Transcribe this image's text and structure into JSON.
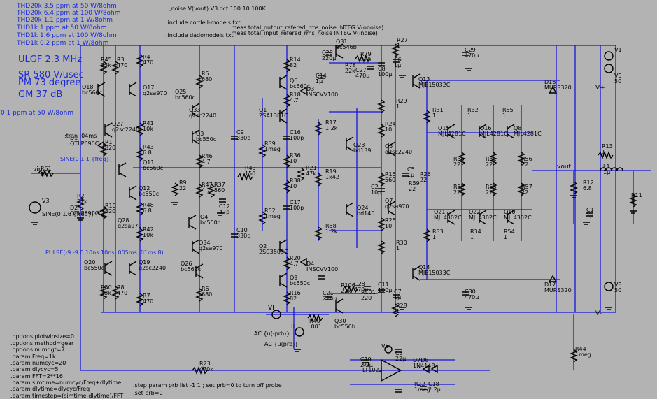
{
  "notes_top_left": [
    "THD20k 3.5 ppm at 50 W/8ohm",
    "THD20k 6.4 ppm at 100 W/8ohm",
    "THD20k 1.1 ppm at 1 W/8ohm",
    "THD1k 1 ppm at 50 W/8ohm",
    "THD1k 1.6 ppm at 100 W/8ohm",
    "THD1k 0.2 ppm at 1 W/8ohm"
  ],
  "specs": [
    "ULGF 2.3 MHz",
    "SR 580 V/usec",
    "PM  73 degree",
    "GM  37 dB"
  ],
  "spec_extra": "0 1 ppm at 50 W/8ohm",
  "directives_top": [
    ";noise V(vout) V3 oct 100 10 100K",
    ".include cordell-models.txt",
    ".meas total_output_refered_rms_noise INTEG V(onoise)",
    ".include dadomodels.txt",
    ".meas total_input_refered_rms_noise INTEG V(inoise)"
  ],
  "directives_bottom_left": [
    ".options plotwinsize=0",
    ".options method=gear",
    ".options numdgt=7",
    ".param Freq=1k",
    ".param numcyc=20",
    ".param dlycyc=5",
    ".param FFT=2**16",
    ".param simtime=numcyc/Freq+dlytime",
    ".param dlytime=dlycyc/Freq",
    ".param timestep=(simtime-dlytime)/FFT"
  ],
  "directives_bottom_mid": [
    ".step param prb list -1 1 ; set prb=0 to turn off probe",
    ".set prb=0"
  ],
  "tran": ";tran .04ms",
  "sine_sources": [
    "SINE(0 1.1 {freq})",
    "SINE(0 1.6 {freq})"
  ],
  "pulse_source": "PULSE(-9 -9.0 10ns 10ns .005ms .01ms 8)",
  "ac_sources": [
    "AC {u(-prb)}",
    "AC {u(prb)}"
  ],
  "components": [
    {
      "name": "R45",
      "value": "33k"
    },
    {
      "name": "R3",
      "value": "470"
    },
    {
      "name": "R4",
      "value": "470"
    },
    {
      "name": "Q18",
      "value": "bc560c"
    },
    {
      "name": "Q17",
      "value": "q2sa970"
    },
    {
      "name": "R5",
      "value": "680"
    },
    {
      "name": "Q25",
      "value": "bc560c"
    },
    {
      "name": "Q33",
      "value": "q2sc2240"
    },
    {
      "name": "R41",
      "value": "10k"
    },
    {
      "name": "Q27",
      "value": "q2sc2240"
    },
    {
      "name": "Q3",
      "value": "bc550c"
    },
    {
      "name": "D1",
      "value": "QTLP690C"
    },
    {
      "name": "R1",
      "value": "820"
    },
    {
      "name": "R43",
      "value": "6.8"
    },
    {
      "name": "Q11",
      "value": "bc560c"
    },
    {
      "name": "R46",
      "value": "4.7"
    },
    {
      "name": "R61",
      "value": "1k"
    },
    {
      "name": "V3",
      "value": ""
    },
    {
      "name": "R2",
      "value": "22k"
    },
    {
      "name": "Q12",
      "value": "bc550c"
    },
    {
      "name": "R9",
      "value": "22"
    },
    {
      "name": "R47",
      "value": "4.7"
    },
    {
      "name": "R37",
      "value": "560"
    },
    {
      "name": "Q4",
      "value": "bc550c"
    },
    {
      "name": "D2",
      "value": "QTLP690C"
    },
    {
      "name": "R10",
      "value": "820"
    },
    {
      "name": "R48",
      "value": "6.8"
    },
    {
      "name": "Q28",
      "value": "q2sa970"
    },
    {
      "name": "R42",
      "value": "10k"
    },
    {
      "name": "Q26",
      "value": "bc560c"
    },
    {
      "name": "Q34",
      "value": "q2sa970"
    },
    {
      "name": "Q20",
      "value": "bc550c"
    },
    {
      "name": "Q19",
      "value": "q2sc2240"
    },
    {
      "name": "R50",
      "value": "33k"
    },
    {
      "name": "R8",
      "value": "470"
    },
    {
      "name": "R7",
      "value": "470"
    },
    {
      "name": "R6",
      "value": "680"
    },
    {
      "name": "C9",
      "value": "330p"
    },
    {
      "name": "C12",
      "value": "47p"
    },
    {
      "name": "C10",
      "value": "330p"
    },
    {
      "name": "R39",
      "value": "1meg"
    },
    {
      "name": "R43b",
      "value": "150"
    },
    {
      "name": "R52",
      "value": "1meg"
    },
    {
      "name": "R14",
      "value": "82"
    },
    {
      "name": "Q6",
      "value": "bc560c"
    },
    {
      "name": "R18",
      "value": "4.7"
    },
    {
      "name": "D3",
      "value": "INSCVV100"
    },
    {
      "name": "Q1",
      "value": "2SA1381C"
    },
    {
      "name": "R17",
      "value": "1.2k"
    },
    {
      "name": "C16",
      "value": "100p"
    },
    {
      "name": "R36",
      "value": "10"
    },
    {
      "name": "R21",
      "value": "47k"
    },
    {
      "name": "R38",
      "value": "10"
    },
    {
      "name": "R19",
      "value": "1k42"
    },
    {
      "name": "Q23",
      "value": "bd139"
    },
    {
      "name": "Q24",
      "value": "bd140"
    },
    {
      "name": "C17",
      "value": "100p"
    },
    {
      "name": "R58",
      "value": "1.2k"
    },
    {
      "name": "Q2",
      "value": "2SC3503C"
    },
    {
      "name": "R20",
      "value": "4.7"
    },
    {
      "name": "D4",
      "value": "INSCVV100"
    },
    {
      "name": "Q9",
      "value": "bc550c"
    },
    {
      "name": "R16",
      "value": "82"
    },
    {
      "name": "C20",
      "value": "220µ"
    },
    {
      "name": "Q31",
      "value": "bc546b"
    },
    {
      "name": "R79",
      "value": "220"
    },
    {
      "name": "R78",
      "value": "22k"
    },
    {
      "name": "C27",
      "value": "470µ"
    },
    {
      "name": "C14",
      "value": "1µ"
    },
    {
      "name": "C8",
      "value": "100µ"
    },
    {
      "name": "C6",
      "value": "1µ"
    },
    {
      "name": "R27",
      "value": "1"
    },
    {
      "name": "C29",
      "value": "470µ"
    },
    {
      "name": "V1",
      "value": ""
    },
    {
      "name": "V5",
      "value": "50"
    },
    {
      "name": "Q13",
      "value": "MJE15032C"
    },
    {
      "name": "R29",
      "value": "1"
    },
    {
      "name": "R31",
      "value": "1"
    },
    {
      "name": "R32",
      "value": "1"
    },
    {
      "name": "R55",
      "value": "1"
    },
    {
      "name": "D16",
      "value": "MURS320"
    },
    {
      "name": "R24",
      "value": "10"
    },
    {
      "name": "Q15",
      "value": "MJL4281C"
    },
    {
      "name": "Q16",
      "value": "MJL4281C"
    },
    {
      "name": "Q8",
      "value": "MJL4281C"
    },
    {
      "name": "Q5",
      "value": "q2sc2240"
    },
    {
      "name": "R35",
      "value": "22"
    },
    {
      "name": "R51",
      "value": "22"
    },
    {
      "name": "R56",
      "value": "22"
    },
    {
      "name": "R15",
      "value": "560"
    },
    {
      "name": "C5",
      "value": "1µ"
    },
    {
      "name": "R59",
      "value": "22"
    },
    {
      "name": "R26",
      "value": "22"
    },
    {
      "name": "C2",
      "value": "10µ"
    },
    {
      "name": "Q7",
      "value": "q2sa970"
    },
    {
      "name": "R25",
      "value": "10"
    },
    {
      "name": "R52b",
      "value": "22"
    },
    {
      "name": "R53",
      "value": "22"
    },
    {
      "name": "R57",
      "value": "22"
    },
    {
      "name": "Q21",
      "value": "MJL4302C"
    },
    {
      "name": "Q22",
      "value": "MJL4302C"
    },
    {
      "name": "Q10",
      "value": "MJL4302C"
    },
    {
      "name": "R33",
      "value": "1"
    },
    {
      "name": "R34",
      "value": "1"
    },
    {
      "name": "R54",
      "value": "1"
    },
    {
      "name": "R30",
      "value": "1"
    },
    {
      "name": "Q14",
      "value": "MJE15033C"
    },
    {
      "name": "D17",
      "value": "MURS320"
    },
    {
      "name": "C30",
      "value": "470µ"
    },
    {
      "name": "V8",
      "value": "50"
    },
    {
      "name": "R13",
      "value": "1"
    },
    {
      "name": "L1",
      "value": "1µ"
    },
    {
      "name": "R12",
      "value": "6.8"
    },
    {
      "name": "C1",
      "value": "1µ"
    },
    {
      "name": "R11",
      "value": "8"
    },
    {
      "name": "C21",
      "value": "220µ"
    },
    {
      "name": "R106",
      "value": "22k"
    },
    {
      "name": "C28",
      "value": "470µ"
    },
    {
      "name": "R101",
      "value": "220"
    },
    {
      "name": "C11",
      "value": "100µ"
    },
    {
      "name": "C7",
      "value": "1µ"
    },
    {
      "name": "R28",
      "value": "1"
    },
    {
      "name": "Q30",
      "value": "bc556b"
    },
    {
      "name": "R40",
      "value": ".001"
    },
    {
      "name": "R44",
      "value": "1meg"
    },
    {
      "name": "R23",
      "value": "470k"
    },
    {
      "name": "C19",
      "value": "2.2µ"
    },
    {
      "name": "U1",
      "value": "LT1022"
    },
    {
      "name": "D7D8",
      "value": "1N4148"
    },
    {
      "name": "R22",
      "value": "1meg"
    },
    {
      "name": "C18",
      "value": "2.2µ"
    },
    {
      "name": "V6",
      "value": ""
    },
    {
      "name": "C3",
      "value": "22µ"
    }
  ],
  "labels": {
    "vin": "vin",
    "vout": "vout",
    "vi": "VI",
    "ii": "II",
    "v_plus": "V+",
    "v_minus": "V-"
  }
}
